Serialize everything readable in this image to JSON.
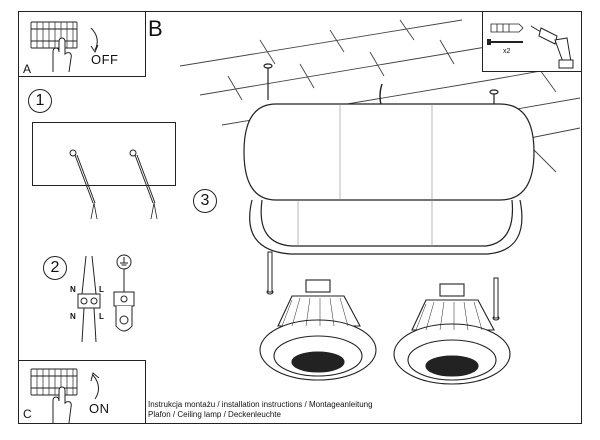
{
  "sections": {
    "a_label": "A",
    "b_label": "B",
    "c_label": "C"
  },
  "switch": {
    "off_label": "OFF",
    "on_label": "ON"
  },
  "steps": [
    "1",
    "2",
    "3"
  ],
  "wiring_labels": {
    "left_top": "N",
    "right_top": "L",
    "left_bottom": "N",
    "right_bottom": "L"
  },
  "tools": {
    "quantity": "x2"
  },
  "footer": {
    "line1": "Instrukcja montażu / installation instructions / Montageanleitung",
    "line2": "Plafon / Ceiling lamp / Deckenleuchte"
  },
  "icons": [
    "fuse-switch-icon",
    "hand-icon",
    "arrow-down-icon",
    "arrow-up-icon",
    "drill-icon",
    "wall-plug-icon",
    "screw-icon",
    "earth-ground-icon",
    "cable-icon",
    "bulb-icon"
  ]
}
